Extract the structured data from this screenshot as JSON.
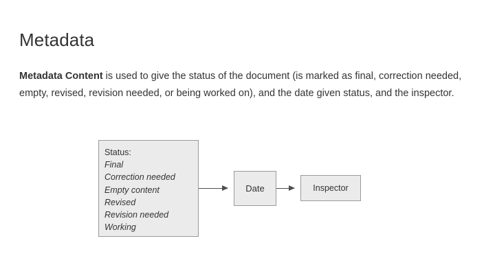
{
  "slide": {
    "title": "Metadata",
    "body": {
      "lead": "Metadata Content",
      "rest": " is used to give the status of the document (is marked as final, correction needed, empty, revised, revision needed, or being worked on), and the date given status, and the inspector."
    }
  },
  "diagram": {
    "status_box": {
      "heading": "Status:",
      "items": [
        "Final",
        "Correction needed",
        "Empty content",
        "Revised",
        "Revision needed",
        "Working"
      ]
    },
    "date_box": {
      "label": "Date"
    },
    "inspector_box": {
      "label": "Inspector"
    },
    "arrows": [
      "status-to-date-arrow",
      "date-to-inspector-arrow"
    ]
  },
  "colors": {
    "box_fill": "#ebebeb",
    "box_border": "#9a9a9a",
    "text": "#333333",
    "arrow": "#4f4f4f",
    "background": "#ffffff"
  }
}
